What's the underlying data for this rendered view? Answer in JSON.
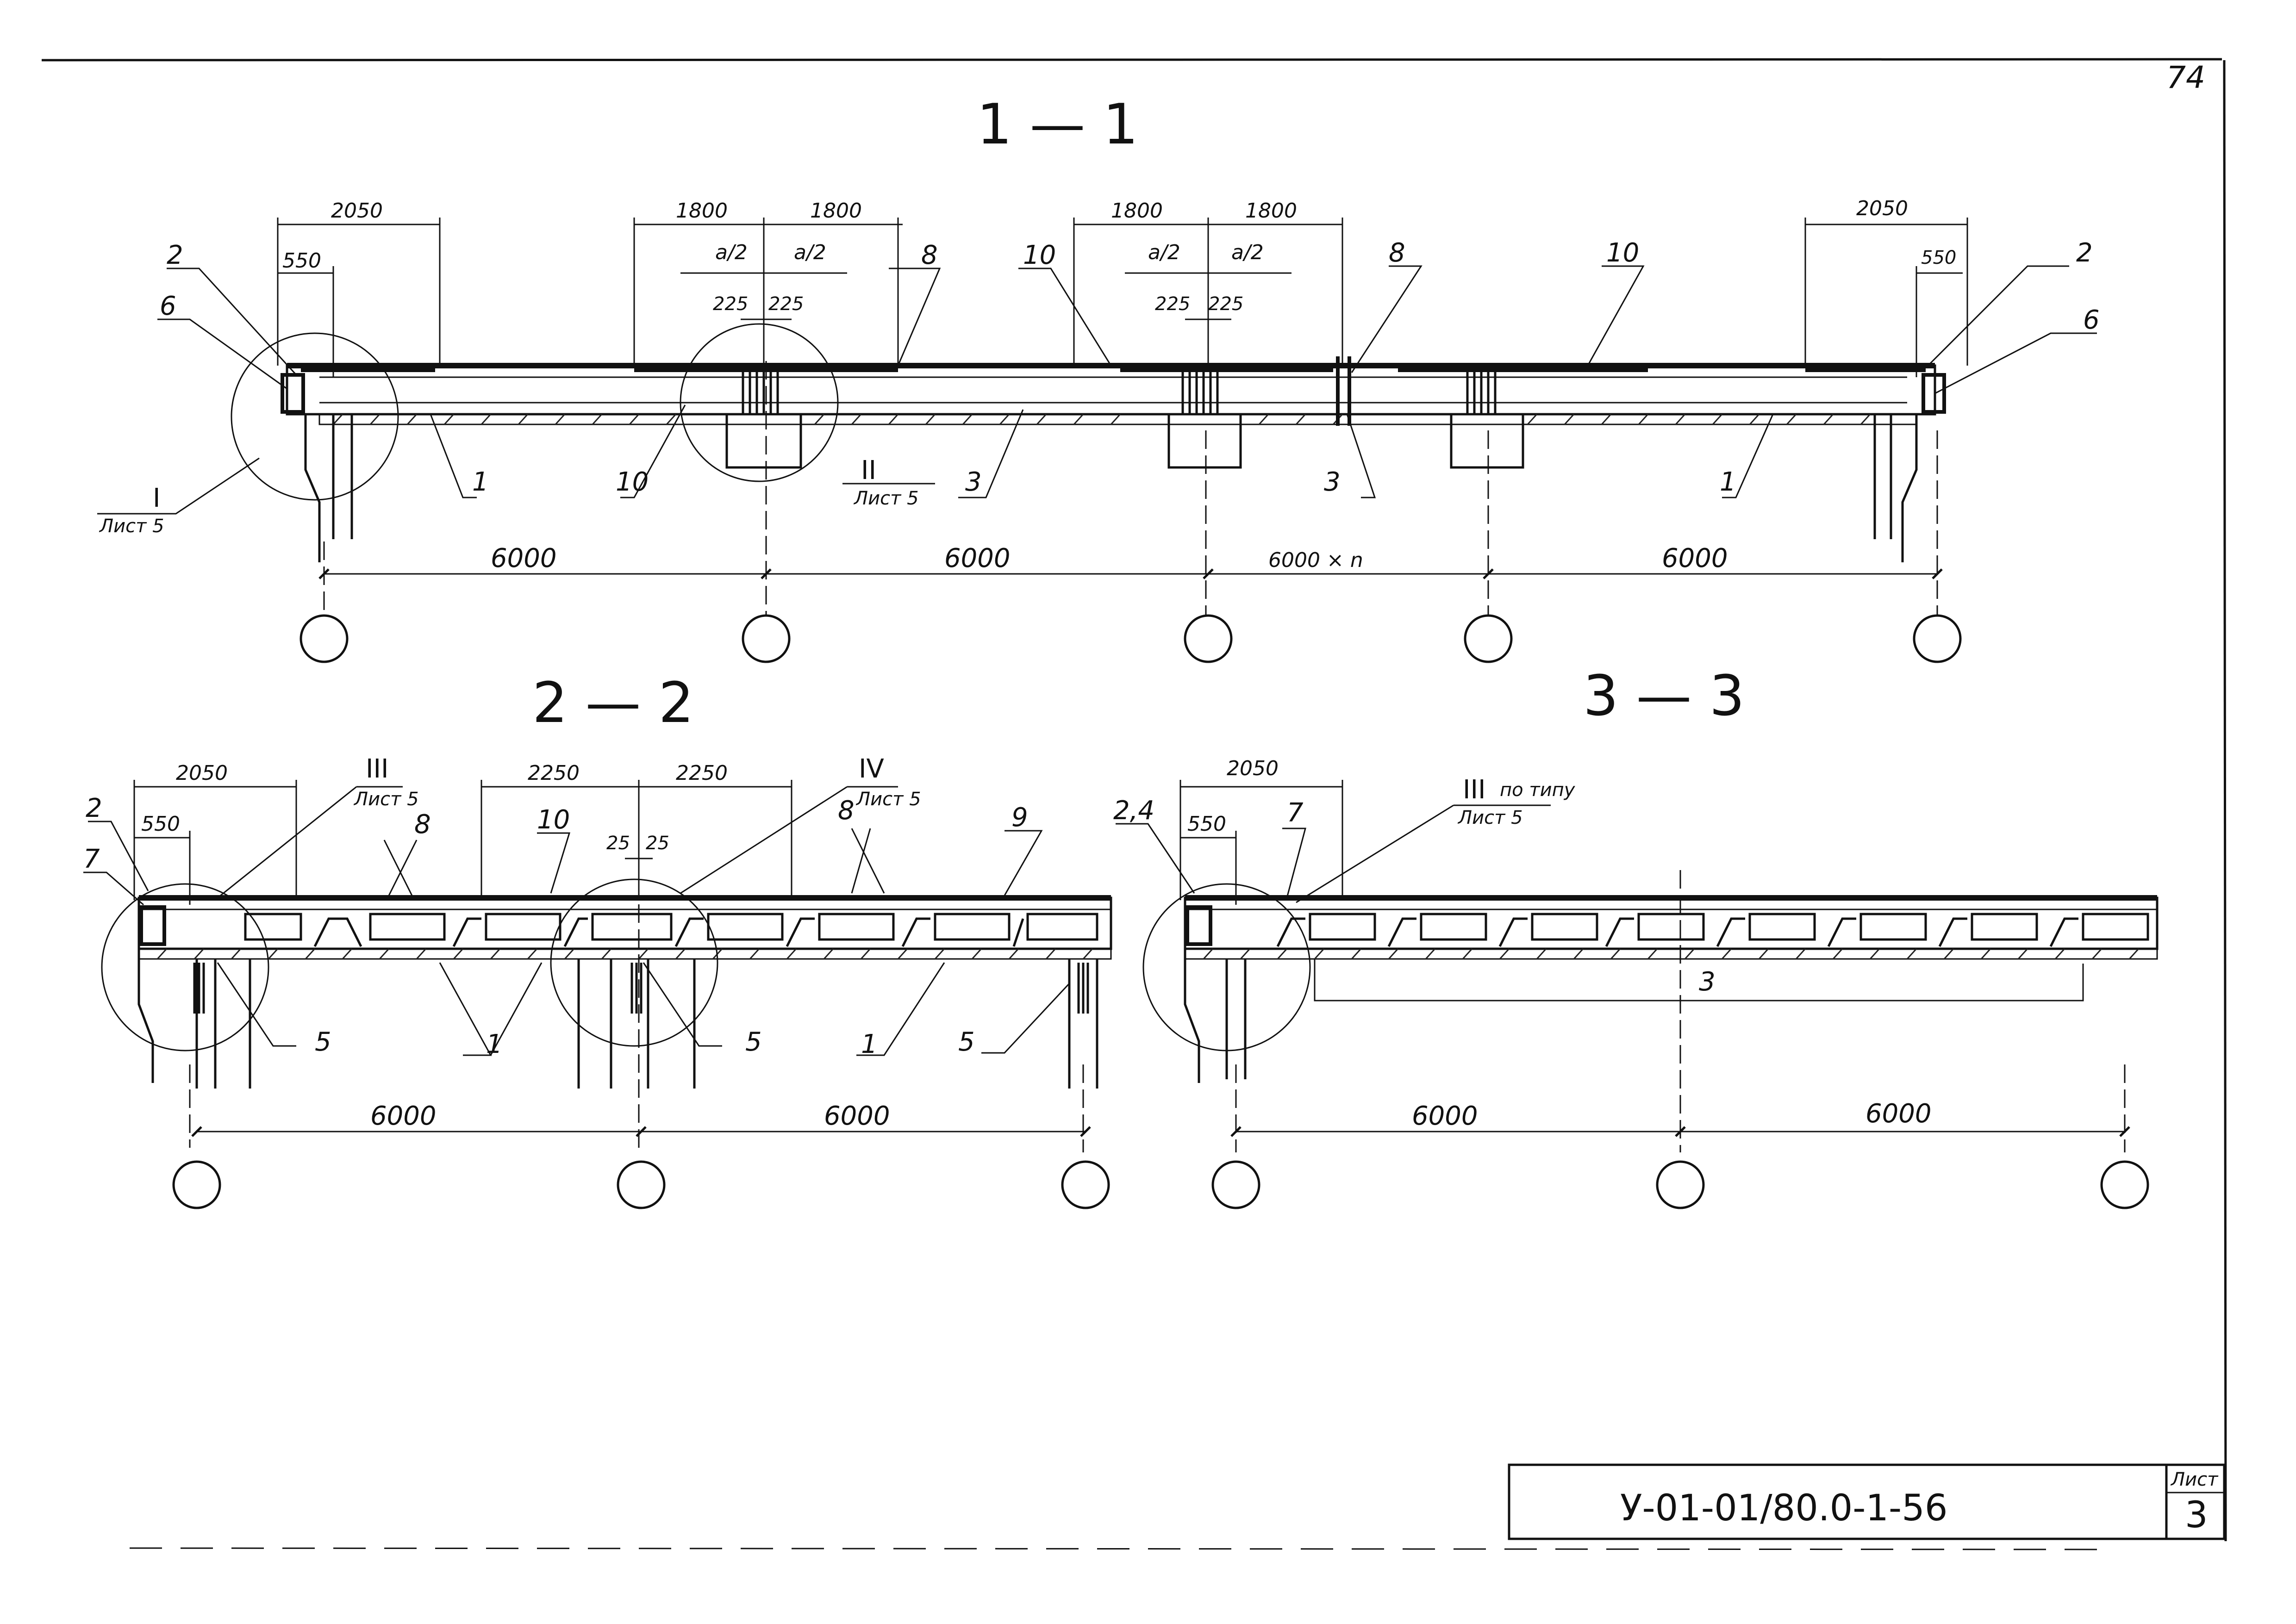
{
  "sheet_number": "74",
  "sections": {
    "s1": {
      "title": "1 — 1",
      "dims_top": [
        "2050",
        "550",
        "1800",
        "1800",
        "1800",
        "1800",
        "2050",
        "550"
      ],
      "halfspans": [
        "a/2",
        "a/2",
        "a/2",
        "a/2"
      ],
      "small_dims": [
        "225",
        "225",
        "225",
        "225"
      ],
      "callouts": [
        "2",
        "6",
        "8",
        "10",
        "8",
        "10",
        "2",
        "6",
        "1",
        "10",
        "3",
        "3",
        "1"
      ],
      "details": [
        {
          "num": "I",
          "sheet": "Лист 5"
        },
        {
          "num": "II",
          "sheet": "Лист 5"
        }
      ],
      "spans": [
        "6000",
        "6000",
        "6000 × n",
        "6000"
      ]
    },
    "s2": {
      "title": "2 — 2",
      "dims_top": [
        "2050",
        "550",
        "2250",
        "2250",
        "25",
        "25"
      ],
      "callouts": [
        "2",
        "7",
        "8",
        "10",
        "8",
        "9",
        "1",
        "5",
        "5",
        "1",
        "5"
      ],
      "details": [
        {
          "num": "III",
          "sheet": "Лист 5"
        },
        {
          "num": "IV",
          "sheet": "Лист 5"
        }
      ],
      "spans": [
        "6000",
        "6000"
      ]
    },
    "s3": {
      "title": "3 — 3",
      "dims_top": [
        "2050",
        "550"
      ],
      "callouts": [
        "2,4",
        "7",
        "3"
      ],
      "details": [
        {
          "num": "III",
          "note": "по типу",
          "sheet": "Лист 5"
        }
      ],
      "spans": [
        "6000",
        "6000"
      ]
    }
  },
  "title_block": {
    "code": "У-01-01/80.0-1-56",
    "sheet_label": "Лист",
    "sheet_value": "3"
  }
}
